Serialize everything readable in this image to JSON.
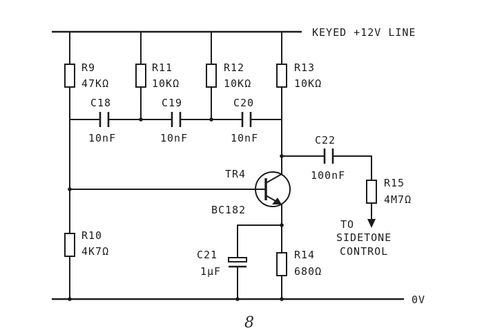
{
  "rails": {
    "top_label": "KEYED +12V LINE",
    "bottom_label": "0V"
  },
  "resistors": {
    "r9": {
      "name": "R9",
      "value": "47KΩ"
    },
    "r11": {
      "name": "R11",
      "value": "10KΩ"
    },
    "r12": {
      "name": "R12",
      "value": "10KΩ"
    },
    "r13": {
      "name": "R13",
      "value": "10KΩ"
    },
    "r10": {
      "name": "R10",
      "value": "4K7Ω"
    },
    "r14": {
      "name": "R14",
      "value": "680Ω"
    },
    "r15": {
      "name": "R15",
      "value": "4M7Ω"
    }
  },
  "capacitors": {
    "c18": {
      "name": "C18",
      "value": "10nF"
    },
    "c19": {
      "name": "C19",
      "value": "10nF"
    },
    "c20": {
      "name": "C20",
      "value": "10nF"
    },
    "c21": {
      "name": "C21",
      "value": "1µF"
    },
    "c22": {
      "name": "C22",
      "value": "100nF"
    }
  },
  "transistor": {
    "name": "TR4",
    "type": "BC182"
  },
  "output": {
    "line1": "TO",
    "line2": "SIDETONE",
    "line3": "CONTROL"
  },
  "page_mark": "8",
  "colors": {
    "ink": "#1c1c1c",
    "paper": "#ffffff"
  }
}
